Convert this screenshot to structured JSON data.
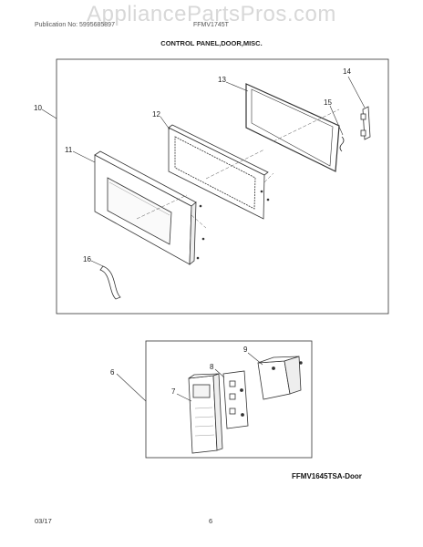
{
  "watermark": "AppliancePartsPros.com",
  "header": {
    "publication": "Publication No: 5995685897",
    "model": "FFMV1745T",
    "section_title": "CONTROL PANEL,DOOR,MISC."
  },
  "refs": {
    "r10": "10",
    "r11": "11",
    "r12": "12",
    "r13": "13",
    "r14": "14",
    "r15": "15",
    "r16": "16",
    "r6": "6",
    "r7": "7",
    "r8": "8",
    "r9": "9"
  },
  "variant_label": "FFMV1645TSA-Door",
  "footer": {
    "date": "03/17",
    "page": "6"
  }
}
